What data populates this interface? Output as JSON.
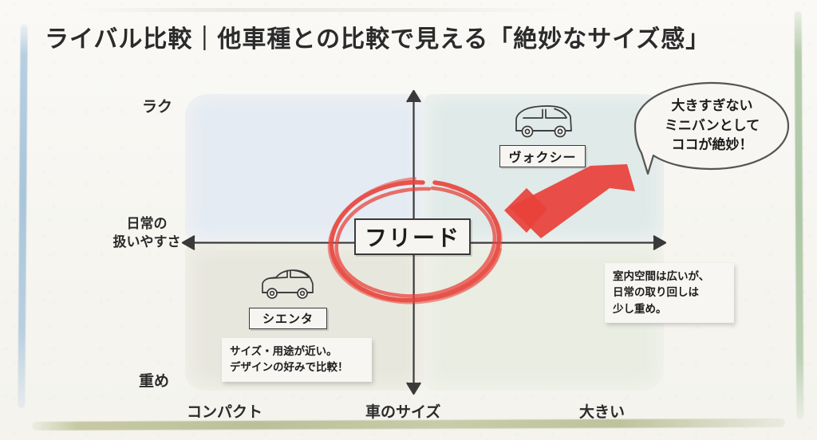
{
  "header": {
    "title": "ライバル比較｜他車種との比較で見える「絶妙なサイズ感」"
  },
  "colors": {
    "accent_red": "#e8423a",
    "quad_top_left": "#e4ebf3",
    "quad_top_right": "#dfeae9",
    "quad_bottom_left": "#e8e7dd",
    "quad_bottom_right": "#e9ede2",
    "brush_left": "#b0cbe0",
    "brush_right": "#b7cdae",
    "brush_bottom": "#c3c79f",
    "ink": "#2b2b2b"
  },
  "chart_data": {
    "type": "scatter",
    "title": "ライバル比較｜他車種との比較で見える「絶妙なサイズ感」",
    "xlabel": "車のサイズ",
    "ylabel": "日常の扱いやすさ",
    "x_axis": {
      "label": "車のサイズ",
      "left_label": "コンパクト",
      "right_label": "大きい"
    },
    "y_axis": {
      "label": "日常の扱いやすさ",
      "top_label": "ラク",
      "bottom_label": "重め"
    },
    "grid": false,
    "legend": "none",
    "quadrants": [
      {
        "name": "top-left",
        "color": "#e4ebf3"
      },
      {
        "name": "top-right",
        "color": "#dfeae9"
      },
      {
        "name": "bottom-left",
        "color": "#e8e7dd"
      },
      {
        "name": "bottom-right",
        "color": "#e9ede2"
      }
    ],
    "points": [
      {
        "label": "シエンタ",
        "x": 0.2,
        "y": 0.28,
        "icon": "compact-car-icon",
        "highlighted": false
      },
      {
        "label": "フリード",
        "x": 0.52,
        "y": 0.52,
        "icon": "none",
        "highlighted": true
      },
      {
        "label": "ヴォクシー",
        "x": 0.82,
        "y": 0.82,
        "icon": "minivan-icon",
        "highlighted": false
      }
    ],
    "annotations": [
      {
        "target": "フリード",
        "type": "speech-bubble",
        "text": "大きすぎないミニバンとしてココが絶妙！"
      },
      {
        "target": "シエンタ",
        "type": "note",
        "text": "サイズ・用途が近い。デザインの好みで比較！"
      },
      {
        "target": "ヴォクシー",
        "type": "note",
        "text": "室内空間は広いが、日常の取り回しは少し重め。"
      }
    ]
  },
  "axes": {
    "y_top": "ラク",
    "y_bottom": "重め",
    "y_label_line1": "日常の",
    "y_label_line2": "扱いやすさ",
    "x_left": "コンパクト",
    "x_center": "車のサイズ",
    "x_right": "大きい"
  },
  "nodes": {
    "freed": "フリード",
    "voxy": "ヴォクシー",
    "sienta": "シエンタ"
  },
  "bubble": {
    "line1": "大きすぎない",
    "line2": "ミニバンとして",
    "line3": "ココが絶妙！"
  },
  "notes": {
    "sienta": {
      "line1": "サイズ・用途が近い。",
      "line2": "デザインの好みで比較！"
    },
    "voxy": {
      "line1": "室内空間は広いが、",
      "line2": "日常の取り回しは",
      "line3": "少し重め。"
    }
  }
}
